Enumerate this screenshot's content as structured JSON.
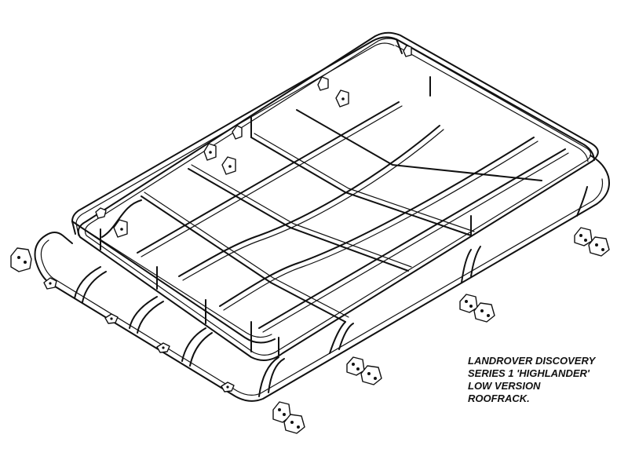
{
  "caption": {
    "lines": [
      "LANDROVER DISCOVERY",
      "SERIES 1 'HIGHLANDER'",
      "LOW VERSION",
      "ROOFRACK."
    ]
  },
  "colors": {
    "line": "#111111",
    "background": "#ffffff"
  }
}
